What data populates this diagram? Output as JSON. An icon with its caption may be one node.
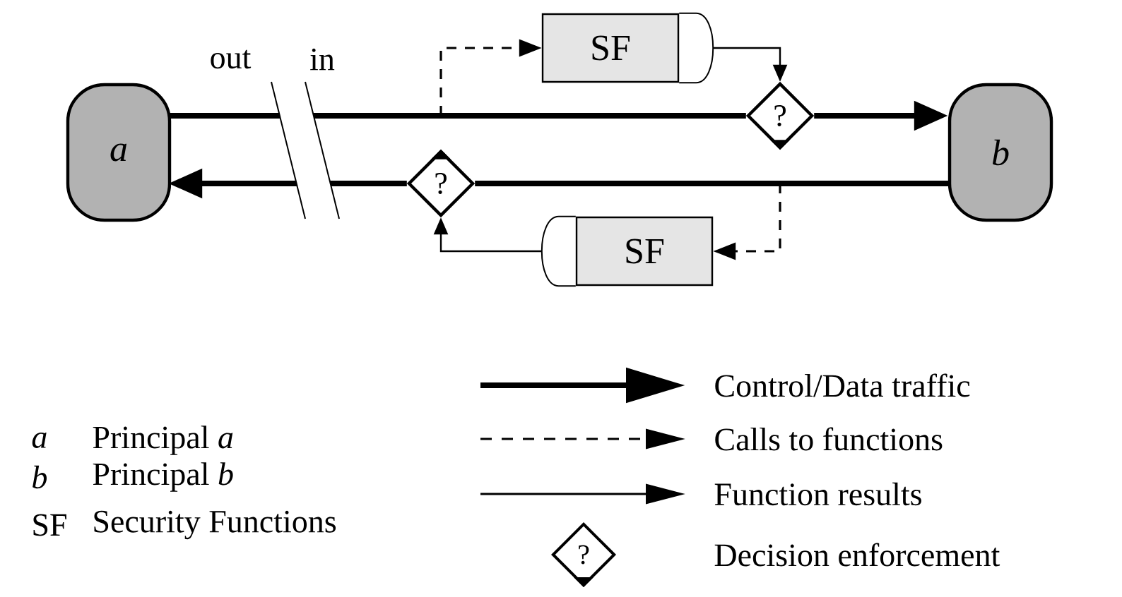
{
  "diagram": {
    "nodes": [
      {
        "text": [
          "a"
        ]
      },
      {
        "text": [
          "b"
        ]
      },
      {
        "text": [
          "SF"
        ]
      },
      {
        "text": [
          "SF"
        ]
      },
      {
        "text": [
          "?"
        ]
      },
      {
        "text": [
          "?"
        ]
      }
    ],
    "edges": [
      {
        "from": 0,
        "to": 4,
        "arrow": "none",
        "style": "thick"
      },
      {
        "from": 4,
        "to": 1,
        "arrow": "to",
        "style": "thick"
      },
      {
        "from": 1,
        "to": 5,
        "arrow": "none",
        "style": "thick"
      },
      {
        "from": 5,
        "to": 0,
        "arrow": "to",
        "style": "thick"
      },
      {
        "from": null,
        "to": 2,
        "arrow": "to",
        "style": "dashed"
      },
      {
        "from": 2,
        "to": 4,
        "arrow": "to"
      },
      {
        "from": null,
        "to": 3,
        "arrow": "to",
        "style": "dashed"
      },
      {
        "from": 3,
        "to": 5,
        "arrow": "to"
      }
    ],
    "labels": [
      "out",
      "in",
      "a",
      "Principal *a*",
      "b",
      "Principal *b*",
      "SF",
      "Security Functions",
      "?"
    ],
    "legend": [
      {
        "text": "Control/Data traffic"
      },
      {
        "text": "Calls to functions"
      },
      {
        "text": "Function results"
      },
      {
        "text": "Decision enforcement"
      }
    ]
  }
}
